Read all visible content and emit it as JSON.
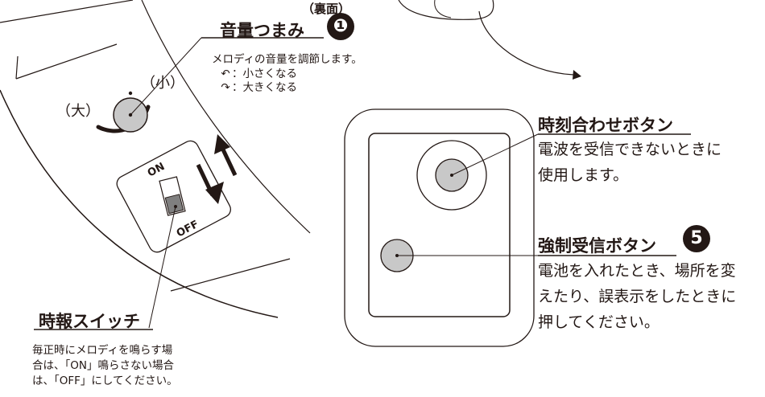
{
  "rear_label": "（裏面）",
  "volume_knob": {
    "number": "❶",
    "title": "音量つまみ",
    "description": "メロディの音量を調節します。",
    "small_label": "（小）",
    "large_label": "（大）",
    "legend": [
      {
        "mark": "↶",
        "text": "：小さくなる"
      },
      {
        "mark": "↷",
        "text": "：大きくなる"
      }
    ]
  },
  "switch": {
    "on_label": "ON",
    "off_label": "OFF",
    "title": "時報スイッチ",
    "description_lines": [
      "毎正時にメロディを鳴らす場",
      "合は、「ON」鳴らさない場合",
      "は、「OFF」にしてください。"
    ]
  },
  "time_set_button": {
    "title": "時刻合わせボタン",
    "description_lines": [
      "電波を受信できないときに",
      "使用します。"
    ]
  },
  "forced_receive_button": {
    "number": "5",
    "title": "強制受信ボタン",
    "description_lines": [
      "電池を入れたとき、場所を変",
      "えたり、誤表示をしたときに",
      "押してください。"
    ]
  }
}
